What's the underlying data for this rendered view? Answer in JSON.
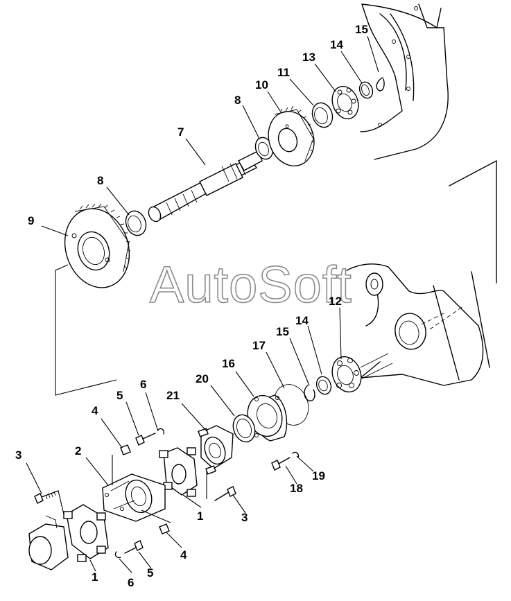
{
  "watermark": "AutoSoft",
  "callouts": [
    {
      "id": "c15a",
      "text": "15"
    },
    {
      "id": "c14a",
      "text": "14"
    },
    {
      "id": "c13",
      "text": "13"
    },
    {
      "id": "c11",
      "text": "11"
    },
    {
      "id": "c10",
      "text": "10"
    },
    {
      "id": "c8a",
      "text": "8"
    },
    {
      "id": "c7",
      "text": "7"
    },
    {
      "id": "c8b",
      "text": "8"
    },
    {
      "id": "c9",
      "text": "9"
    },
    {
      "id": "c12",
      "text": "12"
    },
    {
      "id": "c14b",
      "text": "14"
    },
    {
      "id": "c15b",
      "text": "15"
    },
    {
      "id": "c17",
      "text": "17"
    },
    {
      "id": "c16",
      "text": "16"
    },
    {
      "id": "c20",
      "text": "20"
    },
    {
      "id": "c21",
      "text": "21"
    },
    {
      "id": "c6a",
      "text": "6"
    },
    {
      "id": "c5a",
      "text": "5"
    },
    {
      "id": "c4a",
      "text": "4"
    },
    {
      "id": "c3a",
      "text": "3"
    },
    {
      "id": "c2",
      "text": "2"
    },
    {
      "id": "c1a",
      "text": "1"
    },
    {
      "id": "c3b",
      "text": "3"
    },
    {
      "id": "c19",
      "text": "19"
    },
    {
      "id": "c18",
      "text": "18"
    },
    {
      "id": "c4b",
      "text": "4"
    },
    {
      "id": "c1b",
      "text": "1"
    },
    {
      "id": "c6b",
      "text": "6"
    },
    {
      "id": "c5b",
      "text": "5"
    }
  ]
}
